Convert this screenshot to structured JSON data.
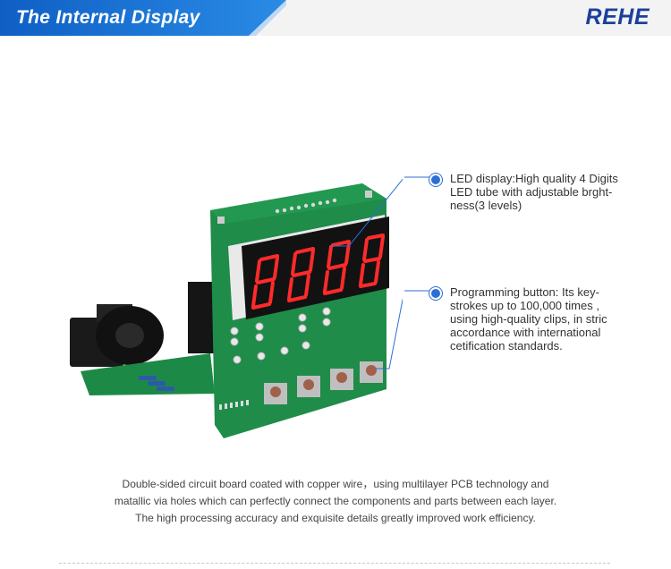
{
  "header": {
    "title": "The Internal Display",
    "logo": "REHE"
  },
  "callouts": [
    {
      "lines": [
        "LED display:High quality 4 Digits",
        "LED tube with adjustable brght-",
        "ness(3 levels)"
      ]
    },
    {
      "lines": [
        "Programming button:  Its key-",
        "strokes up to 100,000 times ,",
        "using high-quality clips, in stric",
        "accordance with international",
        "cetification standards."
      ]
    }
  ],
  "caption": {
    "lines": [
      "Double-sided circuit board coated with copper wire，using multilayer PCB technology and",
      "matallic via holes which can perfectly connect the components and parts between each layer.",
      "The high processing accuracy and exquisite details greatly improved work efficiency."
    ]
  },
  "colors": {
    "banner": "#1e7ad6",
    "logo": "#1b3f9c",
    "callout_dot": "#2b6fd6",
    "pcb": "#1f8c4a"
  }
}
